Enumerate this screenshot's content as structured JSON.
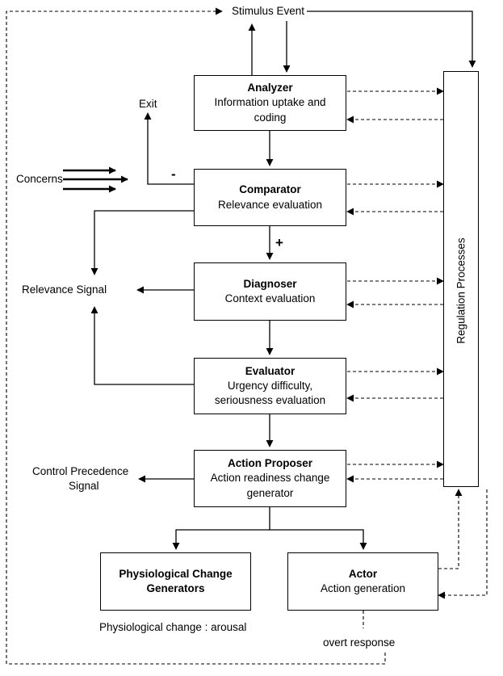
{
  "labels": {
    "stimulus": "Stimulus Event",
    "exit": "Exit",
    "concerns": "Concerns",
    "relevance_signal": "Relevance Signal",
    "control_precedence": [
      "Control Precedence",
      "Signal"
    ],
    "physio_change": "Physiological change : arousal",
    "overt_response": "overt response",
    "regulation": "Regulation Processes",
    "minus": "-",
    "plus": "+"
  },
  "boxes": {
    "analyzer": {
      "title": "Analyzer",
      "lines": [
        "Information uptake and",
        "coding"
      ]
    },
    "comparator": {
      "title": "Comparator",
      "lines": [
        "Relevance evaluation"
      ]
    },
    "diagnoser": {
      "title": "Diagnoser",
      "lines": [
        "Context evaluation"
      ]
    },
    "evaluator": {
      "title": "Evaluator",
      "lines": [
        "Urgency difficulty,",
        "seriousness evaluation"
      ]
    },
    "action_proposer": {
      "title": "Action Proposer",
      "lines": [
        "Action readiness change",
        "generator"
      ]
    },
    "physiological": {
      "title": "Physiological Change",
      "title2": "Generators"
    },
    "actor": {
      "title": "Actor",
      "lines": [
        "Action generation"
      ]
    }
  },
  "colors": {
    "line": "#000000",
    "background": "#ffffff"
  }
}
